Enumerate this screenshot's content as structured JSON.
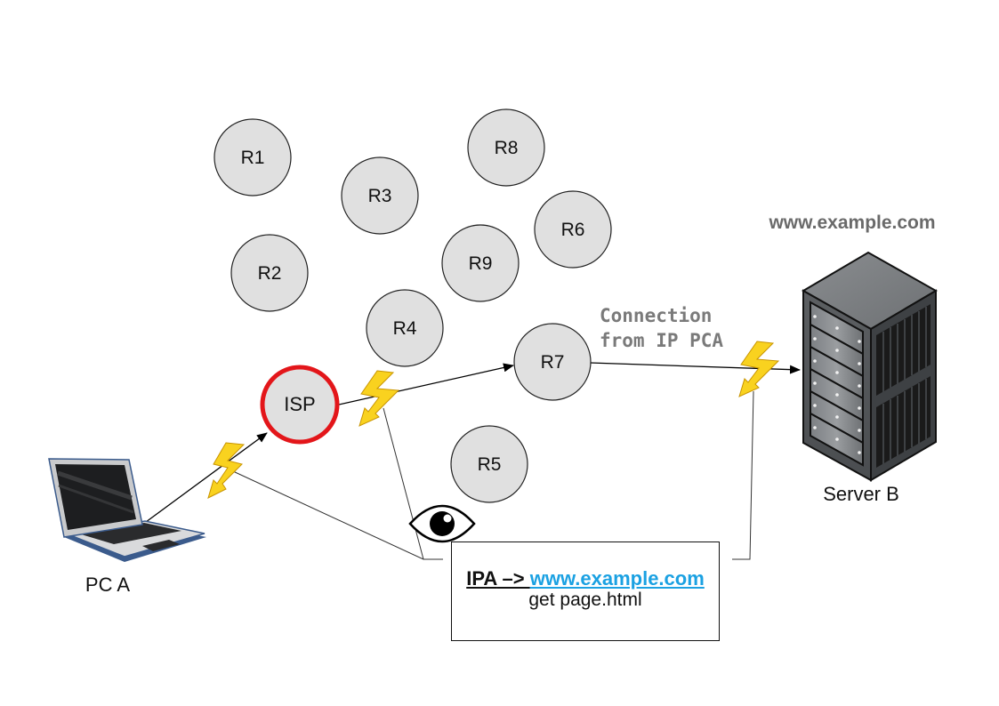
{
  "diagram": {
    "title": "Network traffic observation diagram",
    "routers": [
      {
        "id": "R1",
        "label": "R1"
      },
      {
        "id": "R2",
        "label": "R2"
      },
      {
        "id": "R3",
        "label": "R3"
      },
      {
        "id": "R4",
        "label": "R4"
      },
      {
        "id": "R5",
        "label": "R5"
      },
      {
        "id": "R6",
        "label": "R6"
      },
      {
        "id": "R7",
        "label": "R7"
      },
      {
        "id": "R8",
        "label": "R8"
      },
      {
        "id": "R9",
        "label": "R9"
      }
    ],
    "isp": {
      "label": "ISP",
      "highlight_color": "#e3161a"
    },
    "client": {
      "label": "PC A"
    },
    "server": {
      "label": "Server B",
      "domain": "www.example.com"
    },
    "connection_note": {
      "line1": "Connection",
      "line2": "from IP PCA"
    },
    "observation": {
      "source": "IPA",
      "arrow": " –> ",
      "destination": "www.example.com",
      "request": "get page.html",
      "link_color": "#1ba1e2"
    },
    "connections": [
      {
        "from": "PC A",
        "to": "ISP"
      },
      {
        "from": "ISP",
        "to": "R7"
      },
      {
        "from": "R7",
        "to": "Server B"
      }
    ],
    "colors": {
      "router_fill": "#e0e0e0",
      "lightning_fill": "#f9d21f",
      "lightning_stroke": "#c89400"
    }
  }
}
